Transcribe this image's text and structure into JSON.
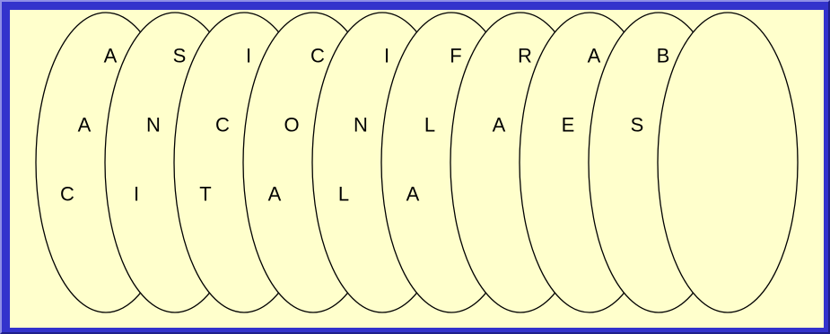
{
  "cylinder": {
    "disk_count": 10,
    "rows": [
      [
        "A",
        "S",
        "I",
        "C",
        "I",
        "F",
        "R",
        "A",
        "B"
      ],
      [
        "A",
        "N",
        "C",
        "O",
        "N",
        "L",
        "A",
        "E",
        "S"
      ],
      [
        "C",
        "I",
        "T",
        "A",
        "L",
        "A"
      ]
    ]
  },
  "colors": {
    "frame": "#3333cc",
    "panel": "#ffffcc",
    "stroke": "#000000",
    "text": "#000000"
  }
}
